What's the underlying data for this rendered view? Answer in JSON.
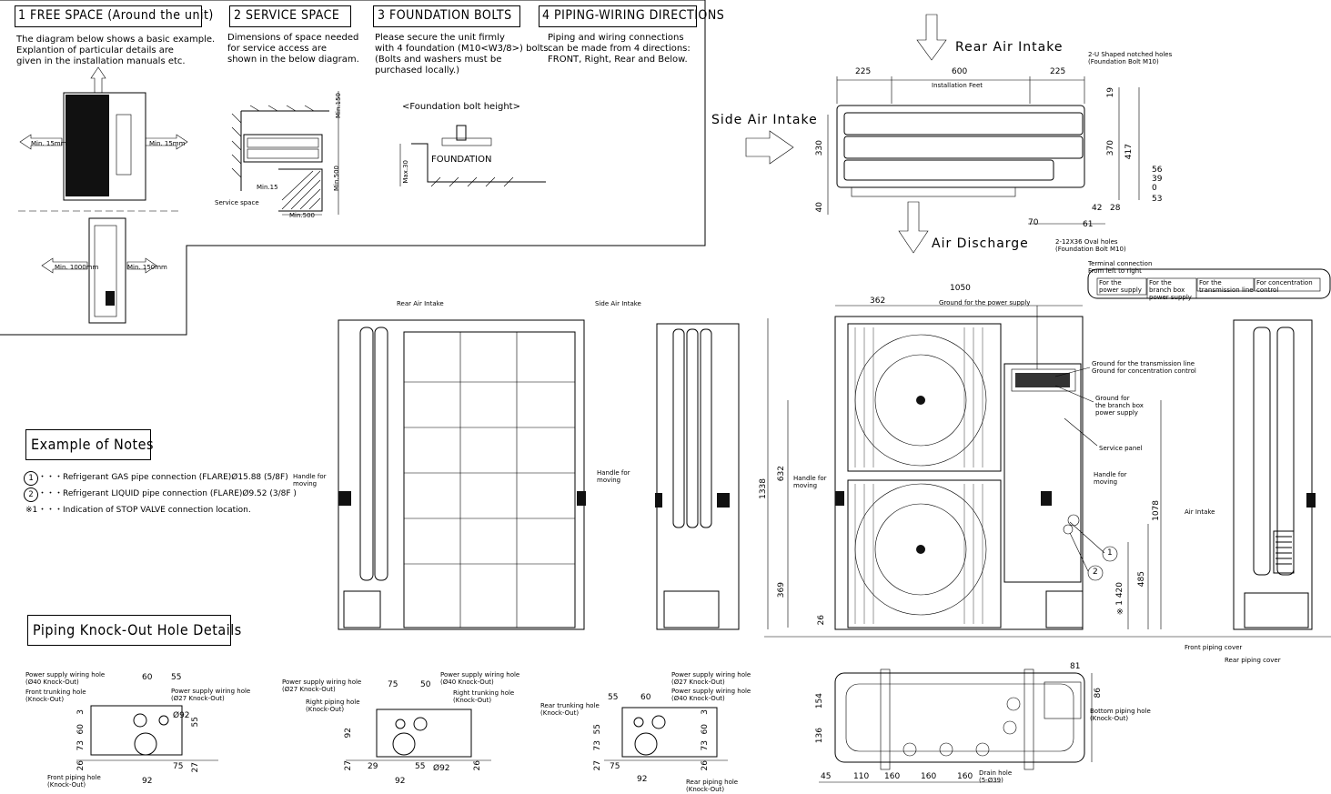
{
  "sections": {
    "free_space": {
      "title": "1 FREE SPACE (Around the unit)",
      "text": "The diagram below shows a basic example.\nExplantion of particular details are\ngiven in the installation manuals etc.",
      "labels": [
        "Min. 15mm",
        "Min. 15mm",
        "Min. 1000mm",
        "Min. 150mm"
      ]
    },
    "service_space": {
      "title": "2 SERVICE SPACE",
      "text": "Dimensions of space needed\nfor service access are\nshown in the below diagram.",
      "labels": {
        "min150": "Min.150",
        "min500_v": "Min.500",
        "min15": "Min.15",
        "min500_h": "Min.500",
        "service": "Service space"
      }
    },
    "foundation_bolts": {
      "title": "3 FOUNDATION BOLTS",
      "text": "Please secure the unit firmly\nwith 4 foundation (M10<W3/8>) bolts.\n(Bolts and washers must be\npurchased locally.)",
      "bolt_height": "<Foundation bolt height>",
      "max30": "Max.30",
      "foundation": "FOUNDATION"
    },
    "piping_wiring": {
      "title": "4 PIPING-WIRING DIRECTIONS",
      "text": "Piping and wiring connections\ncan be made from 4 directions:\nFRONT, Right, Rear and Below."
    }
  },
  "top_view": {
    "rear_air_intake": "Rear Air Intake",
    "side_air_intake": "Side Air Intake",
    "air_discharge": "Air Discharge",
    "installation_feet": "Installation Feet",
    "notched_holes": "2-U Shaped notched holes\n(Foundation Bolt M10)",
    "oval_holes": "2-12X36 Oval holes\n(Foundation Bolt M10)",
    "dims_top": [
      "225",
      "600",
      "225"
    ],
    "dims_right": [
      "19",
      "370",
      "417",
      "56",
      "39",
      "0",
      "53"
    ],
    "dims_left": [
      "330",
      "40"
    ],
    "dims_bottom": [
      "42",
      "28",
      "70",
      "61"
    ]
  },
  "front_views": {
    "rear_air_intake": "Rear Air Intake",
    "side_air_intake": "Side Air Intake",
    "handle_left": "Handle for\nmoving",
    "handle_mid": "Handle for\nmoving",
    "handle_front": "Handle for\nmoving",
    "handle_service": "Handle for\nmoving",
    "terminal": "Terminal connection\nFrom left to right",
    "terminal_cells": [
      "For the\npower supply",
      "For the\nbranch box\npower supply",
      "For the\ntransmission line",
      "For concentration\ncontrol"
    ],
    "ground_power": "Ground for the power supply",
    "ground_trans": "Ground for the transmission line\nGround for concentration control",
    "ground_branch": "Ground for\nthe branch box\npower supply",
    "service_panel": "Service panel",
    "air_intake": "Air Intake",
    "front_cover": "Front piping cover",
    "rear_cover": "Rear piping cover",
    "dims": {
      "w1050": "1050",
      "w362": "362",
      "h1338": "1338",
      "h632": "632",
      "h369": "369",
      "h26": "26",
      "h1078": "1078",
      "h485": "485",
      "h420": "※1 420"
    }
  },
  "notes": {
    "title": "Example of Notes",
    "items": [
      {
        "mark": "1",
        "text": "・・・Refrigerant GAS pipe connection (FLARE)Ø15.88 (5/8F)"
      },
      {
        "mark": "2",
        "text": "・・・Refrigerant LIQUID pipe connection (FLARE)Ø9.52 (3/8F )"
      },
      {
        "mark": "※1",
        "text": "・・・Indication of STOP VALVE connection location."
      }
    ]
  },
  "knockout": {
    "title": "Piping Knock-Out Hole Details",
    "d1": {
      "power_wiring_40": "Power supply wiring hole\n(Ø40 Knock-Out)",
      "front_trunking": "Front trunking hole\n(Knock-Out)",
      "power_wiring": "Power supply wiring hole\n(Ø27 Knock-Out)",
      "front_piping": "Front piping hole\n(Knock-Out)",
      "dims": [
        "60",
        "55",
        "Ø92",
        "3",
        "60",
        "73",
        "26",
        "55",
        "27",
        "75",
        "92"
      ]
    },
    "d2": {
      "power_wiring_27": "Power supply wiring hole\n(Ø27 Knock-Out)",
      "power_wiring_40": "Power supply wiring hole\n(Ø40 Knock-Out)",
      "right_piping": "Right piping hole\n(Knock-Out)",
      "right_trunking": "Right trunking hole\n(Knock-Out)",
      "dims": [
        "75",
        "50",
        "92",
        "27",
        "29",
        "55",
        "92",
        "26",
        "Ø92"
      ]
    },
    "d3": {
      "power_wiring_27": "Power supply wiring hole\n(Ø27 Knock-Out)",
      "power_wiring_40": "Power supply wiring hole\n(Ø40 Knock-Out)",
      "rear_trunking": "Rear trunking hole\n(Knock-Out)",
      "rear_piping": "Rear piping hole\n(Knock-Out)",
      "dims": [
        "55",
        "60",
        "55",
        "73",
        "27",
        "75",
        "92",
        "73",
        "60",
        "3",
        "26"
      ]
    },
    "bottom": {
      "bottom_piping": "Bottom piping hole\n(Knock-Out)",
      "drain": "Drain hole\n(5-Ø39)",
      "dims": [
        "81",
        "154",
        "136",
        "86",
        "45",
        "110",
        "160",
        "160",
        "160"
      ]
    }
  }
}
